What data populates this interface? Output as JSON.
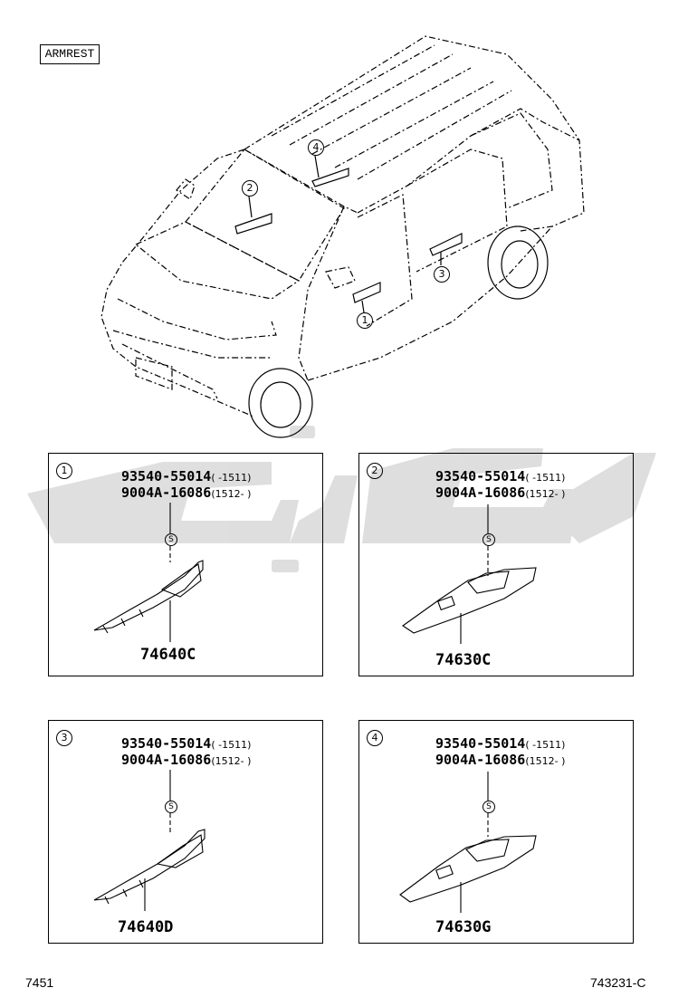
{
  "header": {
    "section_label": "ARMREST"
  },
  "callouts": [
    "1",
    "2",
    "3",
    "4"
  ],
  "panels": [
    {
      "index": "1",
      "part_a": "93540-55014",
      "range_a": "(   -1511)",
      "part_b": "9004A-16086",
      "range_b": "(1512-    )",
      "assembly": "74640C"
    },
    {
      "index": "2",
      "part_a": "93540-55014",
      "range_a": "(   -1511)",
      "part_b": "9004A-16086",
      "range_b": "(1512-    )",
      "assembly": "74630C"
    },
    {
      "index": "3",
      "part_a": "93540-55014",
      "range_a": "(   -1511)",
      "part_b": "9004A-16086",
      "range_b": "(1512-    )",
      "assembly": "74640D"
    },
    {
      "index": "4",
      "part_a": "93540-55014",
      "range_a": "(   -1511)",
      "part_b": "9004A-16086",
      "range_b": "(1512-    )",
      "assembly": "74630G"
    }
  ],
  "screw_symbol": "S",
  "footer": {
    "left_code": "7451",
    "right_code": "743231-C"
  },
  "colors": {
    "line": "#000000",
    "watermark": "#d9d9d9"
  }
}
